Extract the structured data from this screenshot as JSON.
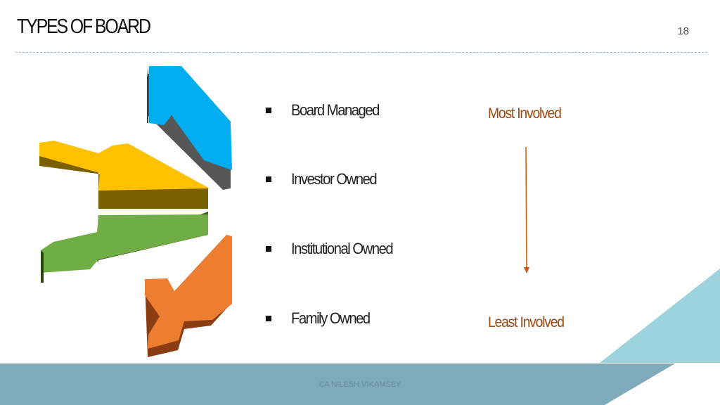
{
  "slide": {
    "title": "TYPES OF BOARD",
    "page_number": "18"
  },
  "items": [
    {
      "label": "Board Managed"
    },
    {
      "label": "Investor Owned"
    },
    {
      "label": "Institutional Owned"
    },
    {
      "label": "Family Owned"
    }
  ],
  "scale": {
    "top_label": "Most Involved",
    "bottom_label": "Least Involved"
  },
  "footer": {
    "text": "CA NILESH VIKAMSEY"
  },
  "colors": {
    "arrow_blue": "#00aeef",
    "arrow_yellow": "#ffc000",
    "arrow_green": "#70ad47",
    "arrow_orange": "#ed7d31",
    "accent_text": "#9a4a12",
    "footer_band": "#7eaabc",
    "corner_triangle": "#9dd3dc"
  },
  "icons": [
    "arrow-blue-icon",
    "arrow-yellow-icon",
    "arrow-green-icon",
    "arrow-orange-icon",
    "down-arrow-icon",
    "bullet-square-icon"
  ]
}
